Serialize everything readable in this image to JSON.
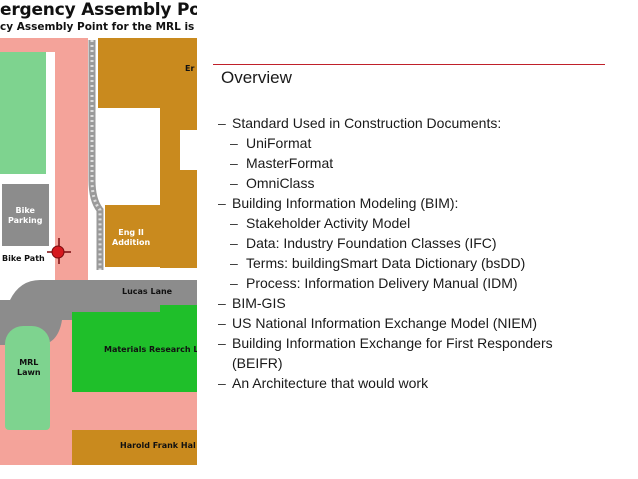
{
  "map": {
    "title_line1": "ergency Assembly Point for th",
    "title_line2": "cy Assembly Point for the MRL is marked w",
    "labels": {
      "engineering_top": "Er",
      "bike_parking": "Bike\nParking",
      "eng_ii_addition": "Eng II\nAddition",
      "bike_path": "Bike Path",
      "lucas_lane": "Lucas Lane",
      "materials_research": "Materials Research L",
      "mrl_lawn": "MRL\nLawn",
      "harold_frank_hall": "Harold Frank Hal"
    },
    "colors": {
      "path_pink": "#f4a39a",
      "road_gray": "#8c8c8c",
      "building_brown": "#c98a1e",
      "lawn_green": "#7ed38f",
      "mrl_green": "#1fbf2a",
      "marker_red": "#d6191f"
    }
  },
  "slide": {
    "title": "Overview",
    "accent_color": "#c0202a",
    "bullets": [
      {
        "level": 1,
        "text": "Standard Used in Construction Documents:"
      },
      {
        "level": 2,
        "text": "UniFormat"
      },
      {
        "level": 2,
        "text": "MasterFormat"
      },
      {
        "level": 2,
        "text": "OmniClass"
      },
      {
        "level": 1,
        "text": "Building Information Modeling (BIM):"
      },
      {
        "level": 2,
        "text": "Stakeholder Activity Model"
      },
      {
        "level": 2,
        "text": "Data: Industry Foundation Classes (IFC)"
      },
      {
        "level": 2,
        "text": "Terms: buildingSmart Data Dictionary (bsDD)"
      },
      {
        "level": 2,
        "text": "Process: Information Delivery Manual (IDM)"
      },
      {
        "level": 1,
        "text": "BIM-GIS"
      },
      {
        "level": 1,
        "text": "US National Information Exchange Model (NIEM)"
      },
      {
        "level": 1,
        "text": "Building Information Exchange for First Responders (BEIFR)"
      },
      {
        "level": 1,
        "text": "An Architecture that would work"
      }
    ]
  }
}
